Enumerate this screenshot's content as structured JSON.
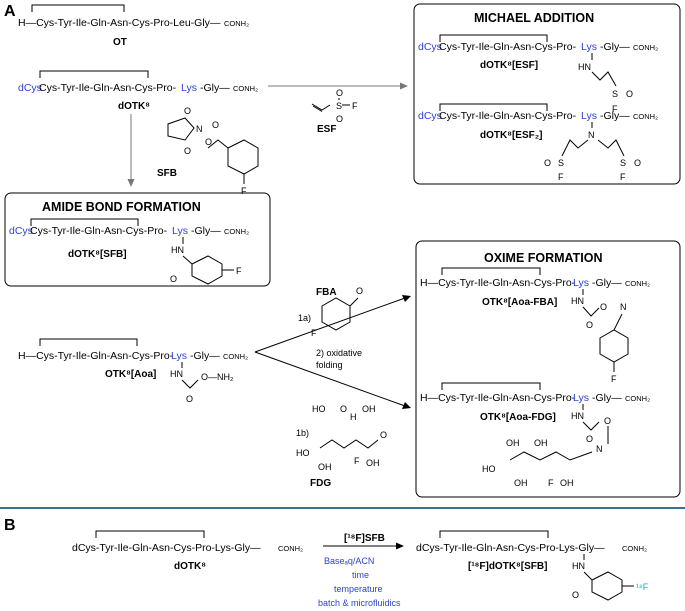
{
  "panels": {
    "a": "A",
    "b": "B"
  },
  "sections": {
    "michael": "MICHAEL ADDITION",
    "amide": "AMIDE BOND FORMATION",
    "oxime": "OXIME FORMATION"
  },
  "peptides": {
    "ot": "H—Cys-Tyr-Ile-Gln-Asn-Cys-Pro-Leu-Gly—",
    "dotk8_a": "Cys-Tyr-Ile-Gln-Asn-Cys-Pro-",
    "aoa_a": "H—Cys-Tyr-Ile-Gln-Asn-Cys-Pro-",
    "b_seq": "dCys-Tyr-Ile-Gln-Asn-Cys-Pro-Lys-Gly—"
  },
  "residues": {
    "dcys": "dCys",
    "lys": "Lys",
    "gly": "-Gly—",
    "conh2": "CONH₂"
  },
  "compounds": {
    "ot": "OT",
    "dotk8": "dOTK⁸",
    "esf_cmpd": "dOTK⁸[ESF]",
    "esf2_cmpd": "dOTK⁸[ESF₂]",
    "sfb_cmpd": "dOTK⁸[SFB]",
    "aoa": "OTK⁸[Aoa]",
    "aoa_fba": "OTK⁸[Aoa-FBA]",
    "aoa_fdg": "OTK⁸[Aoa-FDG]",
    "f18_sfb_cmpd": "[¹⁸F]dOTK⁸[SFB]"
  },
  "reagents": {
    "esf": "ESF",
    "sfb": "SFB",
    "fba": "FBA",
    "fdg": "FDG",
    "f18_sfb": "[¹⁸F]SFB",
    "step_1a": "1a)",
    "step_1b": "1b)",
    "step_2a": "2) oxidative",
    "step_2b": "folding"
  },
  "conditions": [
    "Baseₐq/ACN",
    "time",
    "temperature",
    "batch & microfluidics"
  ],
  "atoms": {
    "F": "F",
    "O": "O",
    "S": "S",
    "N": "N",
    "HN": "HN",
    "OH": "OH",
    "HO": "HO",
    "O_NH2": "O—NH₂",
    "f18": "¹⁸F",
    "H": "H"
  },
  "colors": {
    "residue_highlight": "#2f3fd6",
    "isotope": "#1aa7d0",
    "divider": "#3a6f8f"
  }
}
